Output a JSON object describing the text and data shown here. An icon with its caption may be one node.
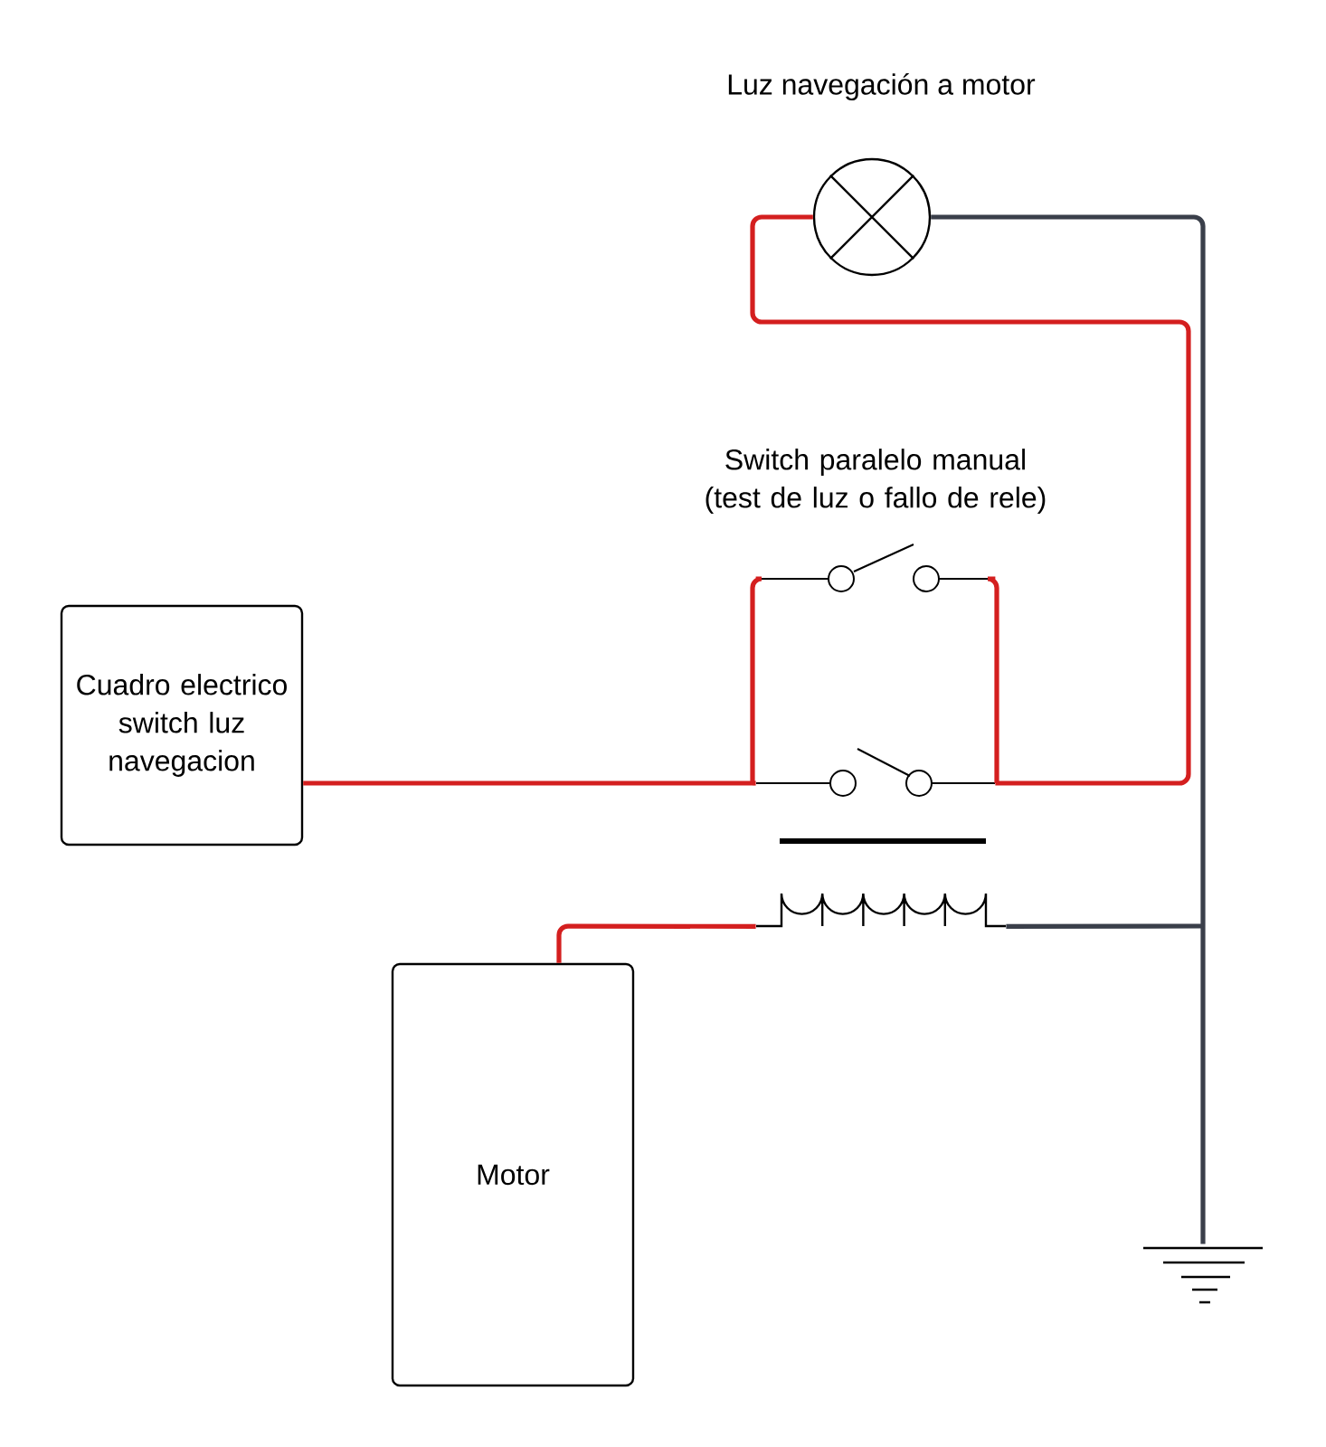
{
  "diagram": {
    "nodes": [
      {
        "text": [
          "Cuadro electrico switch luz navegacion"
        ]
      },
      {
        "text": [
          "Motor"
        ]
      },
      {
        "text": [
          "Luz navegación a motor"
        ]
      },
      {
        "text": [
          "Switch paralelo manual (test de luz o fallo de rele)"
        ]
      },
      {
        "text": [],
        "shape": "switch"
      },
      {
        "text": [],
        "shape": "coil"
      },
      {
        "text": [],
        "shape": "ground"
      }
    ],
    "edges": [
      {
        "from": 0,
        "to": 4,
        "arrow": "none"
      },
      {
        "from": 0,
        "to": 3,
        "arrow": "none"
      },
      {
        "from": 4,
        "to": 2,
        "arrow": "none"
      },
      {
        "from": 3,
        "to": 2,
        "arrow": "none"
      },
      {
        "from": 2,
        "to": 6,
        "arrow": "none",
        "color": "#3a3f4a"
      },
      {
        "from": 5,
        "to": 6,
        "arrow": "none",
        "color": "#3a3f4a"
      },
      {
        "from": 5,
        "to": 1,
        "arrow": "none"
      }
    ]
  }
}
